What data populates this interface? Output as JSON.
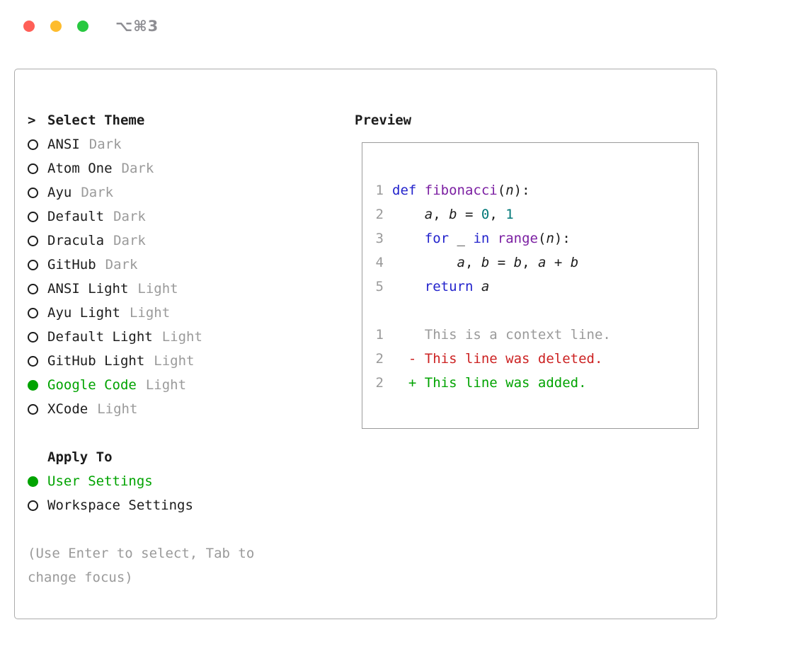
{
  "titlebar": {
    "title": "⌥⌘3",
    "traffic_lights": [
      {
        "name": "close",
        "color": "#ff5f57"
      },
      {
        "name": "minimize",
        "color": "#febc2e"
      },
      {
        "name": "zoom",
        "color": "#28c840"
      }
    ]
  },
  "palette": {
    "green": "#00a300",
    "red": "#cc2222",
    "keyword": "#2323cc",
    "func": "#7b1fa2",
    "literal": "#007878",
    "plain": "#1c1c1c",
    "muted": "#9a9a9a"
  },
  "selector": {
    "header_prefix": ">",
    "header": "Select Theme",
    "themes": [
      {
        "name": "ANSI",
        "variant": "Dark",
        "selected": false
      },
      {
        "name": "Atom One",
        "variant": "Dark",
        "selected": false
      },
      {
        "name": "Ayu",
        "variant": "Dark",
        "selected": false
      },
      {
        "name": "Default",
        "variant": "Dark",
        "selected": false
      },
      {
        "name": "Dracula",
        "variant": "Dark",
        "selected": false
      },
      {
        "name": "GitHub",
        "variant": "Dark",
        "selected": false
      },
      {
        "name": "ANSI Light",
        "variant": "Light",
        "selected": false
      },
      {
        "name": "Ayu Light",
        "variant": "Light",
        "selected": false
      },
      {
        "name": "Default Light",
        "variant": "Light",
        "selected": false
      },
      {
        "name": "GitHub Light",
        "variant": "Light",
        "selected": false
      },
      {
        "name": "Google Code",
        "variant": "Light",
        "selected": true
      },
      {
        "name": "XCode",
        "variant": "Light",
        "selected": false
      }
    ],
    "apply_to": {
      "header": "Apply To",
      "options": [
        {
          "label": "User Settings",
          "selected": true
        },
        {
          "label": "Workspace Settings",
          "selected": false
        }
      ]
    },
    "hint_lines": [
      "(Use Enter to select, Tab to",
      "change focus)"
    ]
  },
  "preview": {
    "header": "Preview",
    "code_lines": [
      {
        "num": "1",
        "tokens": [
          {
            "t": "def",
            "c": "keyword"
          },
          {
            "t": " "
          },
          {
            "t": "fibonacci",
            "c": "func"
          },
          {
            "t": "("
          },
          {
            "t": "n",
            "i": true
          },
          {
            "t": "):"
          }
        ]
      },
      {
        "num": "2",
        "tokens": [
          {
            "t": "    "
          },
          {
            "t": "a",
            "i": true
          },
          {
            "t": ", "
          },
          {
            "t": "b",
            "i": true
          },
          {
            "t": " = "
          },
          {
            "t": "0",
            "c": "literal"
          },
          {
            "t": ", "
          },
          {
            "t": "1",
            "c": "literal"
          }
        ]
      },
      {
        "num": "3",
        "tokens": [
          {
            "t": "    "
          },
          {
            "t": "for",
            "c": "keyword"
          },
          {
            "t": " "
          },
          {
            "t": "_",
            "i": true
          },
          {
            "t": " "
          },
          {
            "t": "in",
            "c": "keyword"
          },
          {
            "t": " "
          },
          {
            "t": "range",
            "c": "func"
          },
          {
            "t": "("
          },
          {
            "t": "n",
            "i": true
          },
          {
            "t": "):"
          }
        ]
      },
      {
        "num": "4",
        "tokens": [
          {
            "t": "        "
          },
          {
            "t": "a",
            "i": true
          },
          {
            "t": ", "
          },
          {
            "t": "b",
            "i": true
          },
          {
            "t": " = "
          },
          {
            "t": "b",
            "i": true
          },
          {
            "t": ", "
          },
          {
            "t": "a",
            "i": true
          },
          {
            "t": " + "
          },
          {
            "t": "b",
            "i": true
          }
        ]
      },
      {
        "num": "5",
        "tokens": [
          {
            "t": "    "
          },
          {
            "t": "return",
            "c": "keyword"
          },
          {
            "t": " "
          },
          {
            "t": "a",
            "i": true
          }
        ]
      }
    ],
    "diff_lines": [
      {
        "num": "1",
        "kind": "context",
        "text": "    This is a context line."
      },
      {
        "num": "2",
        "kind": "deleted",
        "text": "  - This line was deleted."
      },
      {
        "num": "2",
        "kind": "added",
        "text": "  + This line was added."
      }
    ]
  }
}
